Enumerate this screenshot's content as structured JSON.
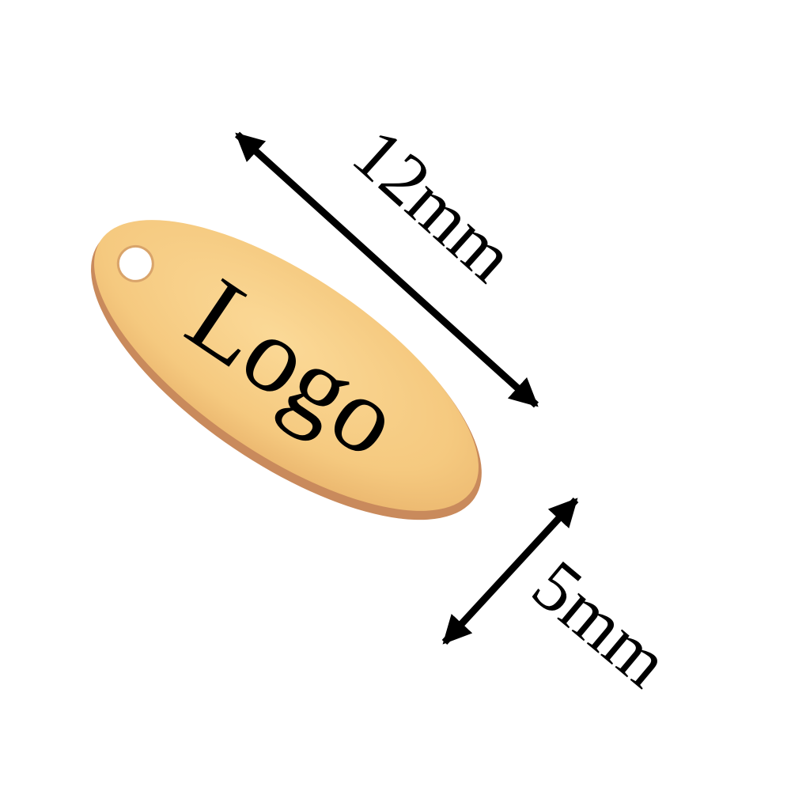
{
  "product": {
    "engraving": "Logo",
    "length_label": "12mm",
    "width_label": "5mm"
  },
  "colors": {
    "gold_face": "#f6cd85",
    "gold_edge": "#c98a5c",
    "ink": "#000000"
  }
}
